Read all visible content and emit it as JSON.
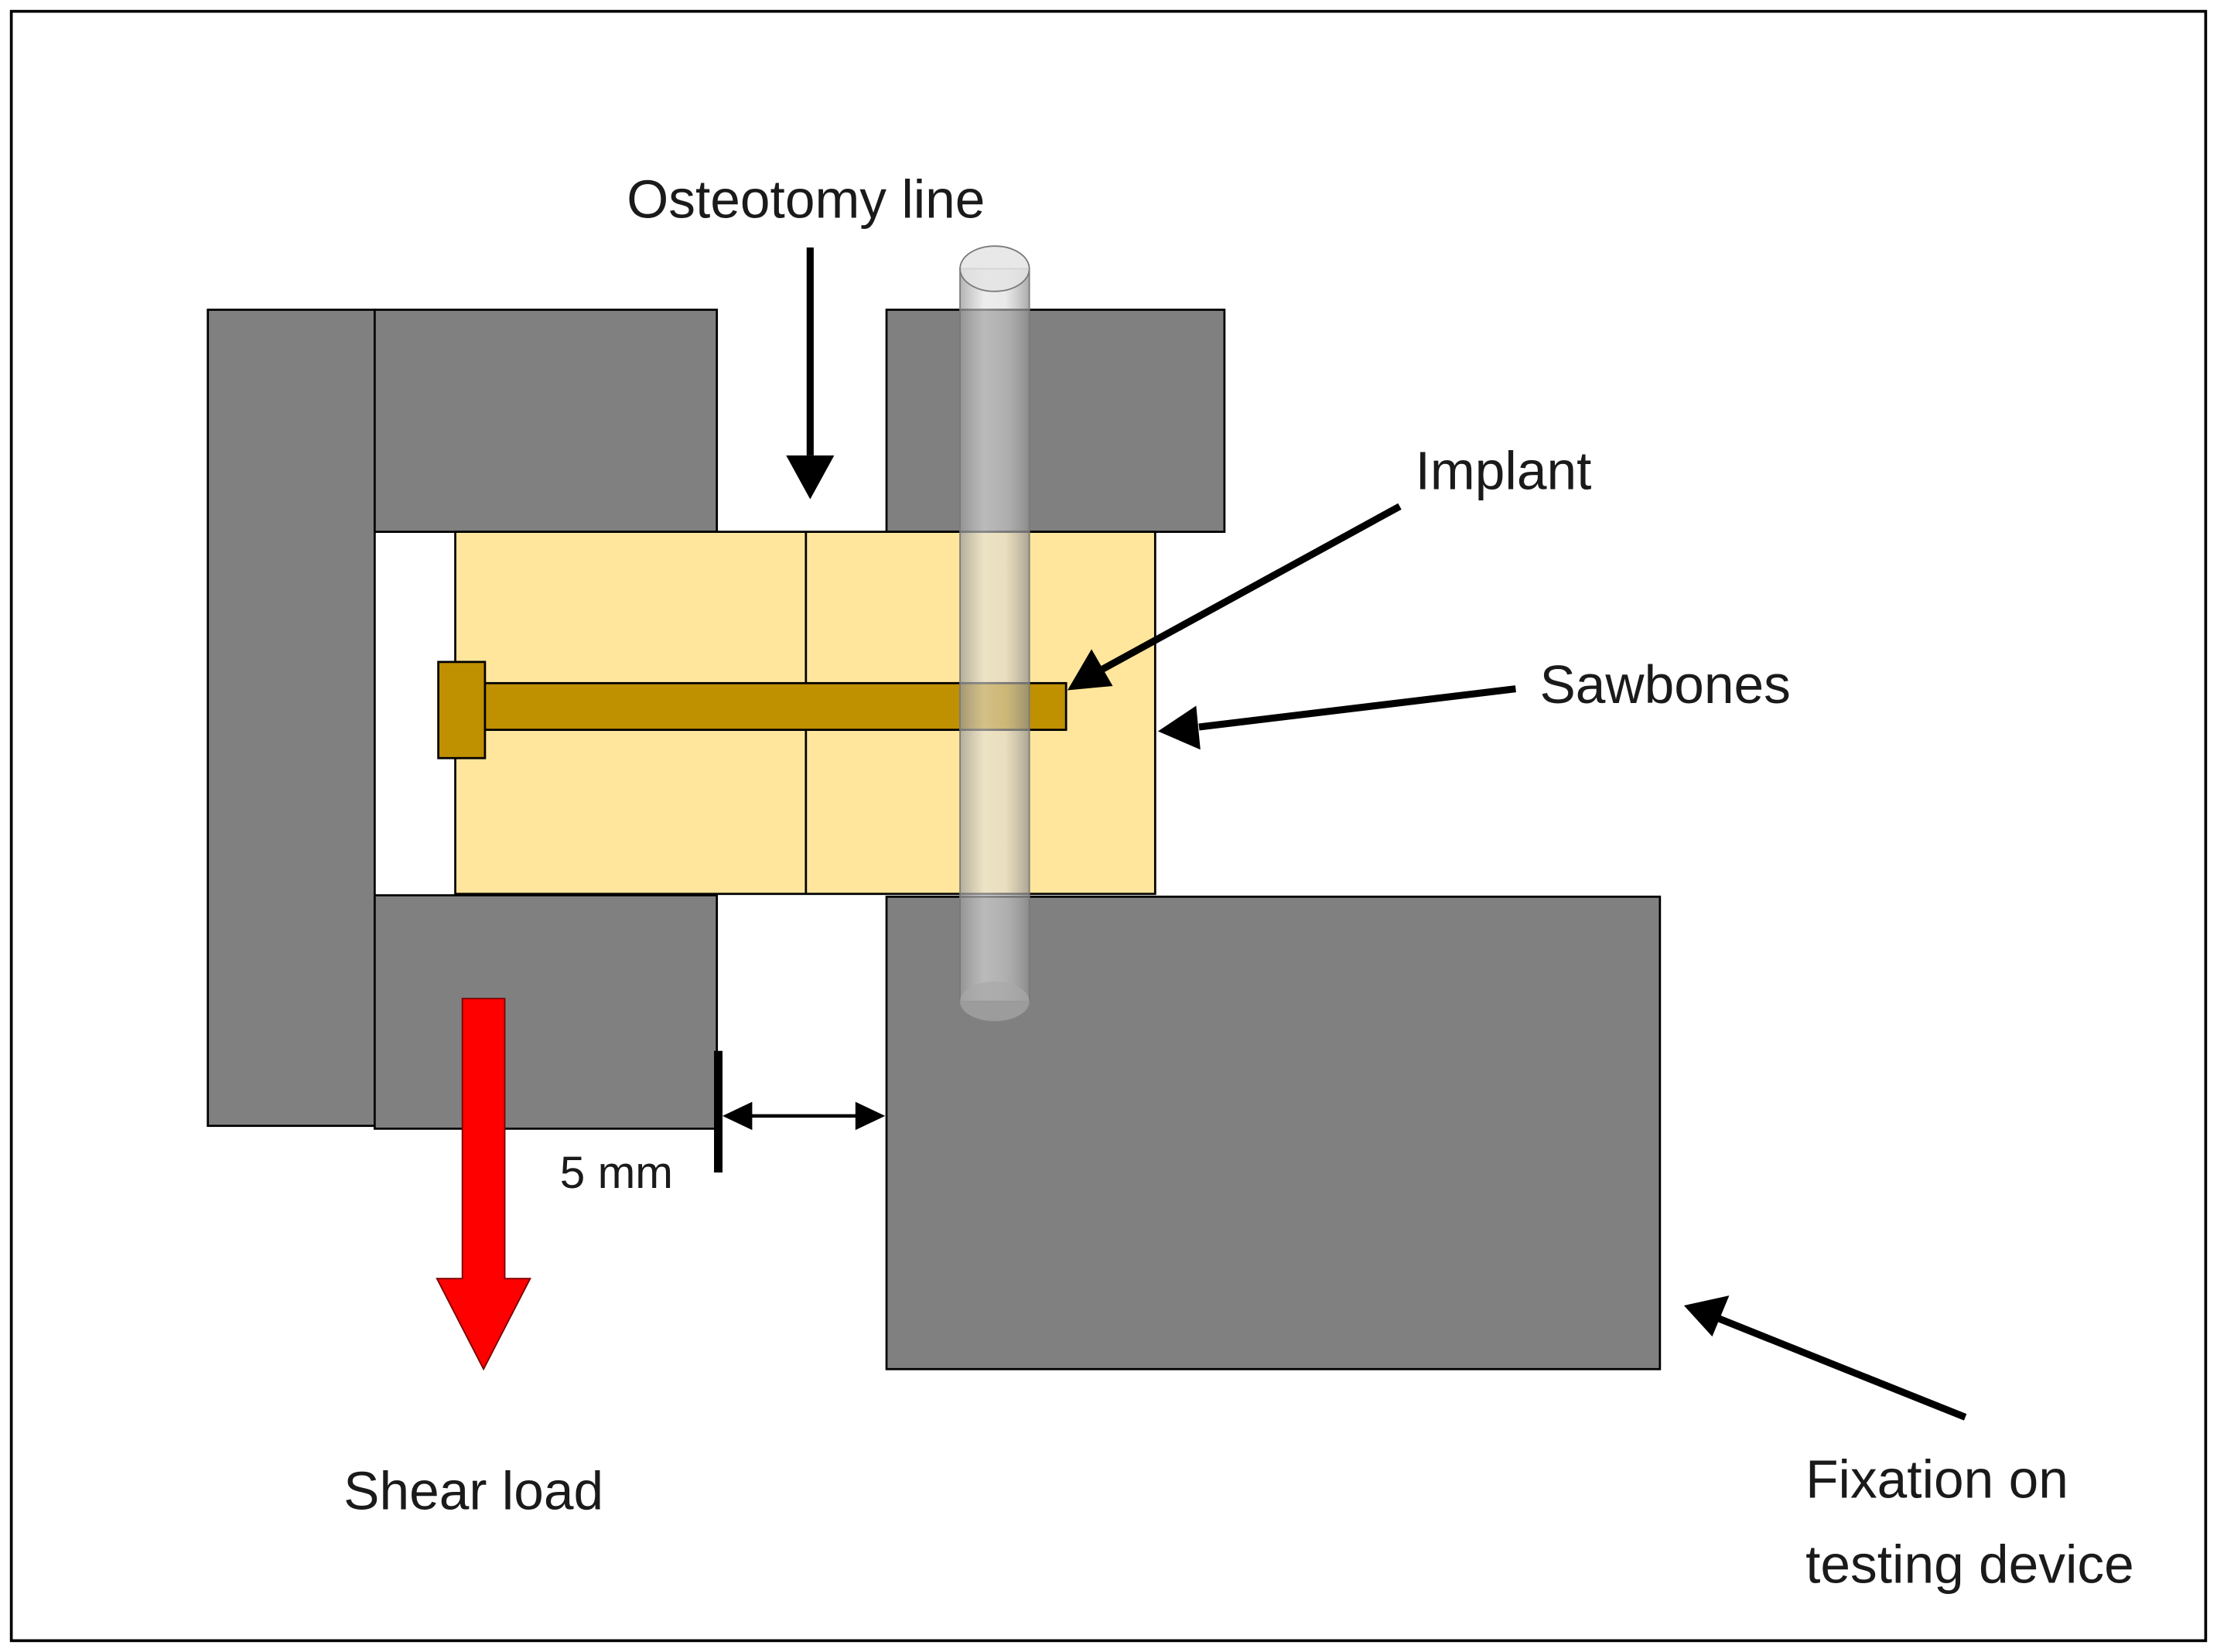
{
  "labels": {
    "osteotomy_line": "Osteotomy line",
    "implant": "Implant",
    "sawbones": "Sawbones",
    "gap": "5 mm",
    "shear_load": "Shear load",
    "fixation_line1": "Fixation on",
    "fixation_line2": "testing device"
  },
  "colors": {
    "fixture": "#808080",
    "sawbones": "#FFE69C",
    "implant": "#BF9000",
    "load_arrow": "#FF0000",
    "pin": "#BFBFBF",
    "outline": "#000000"
  }
}
